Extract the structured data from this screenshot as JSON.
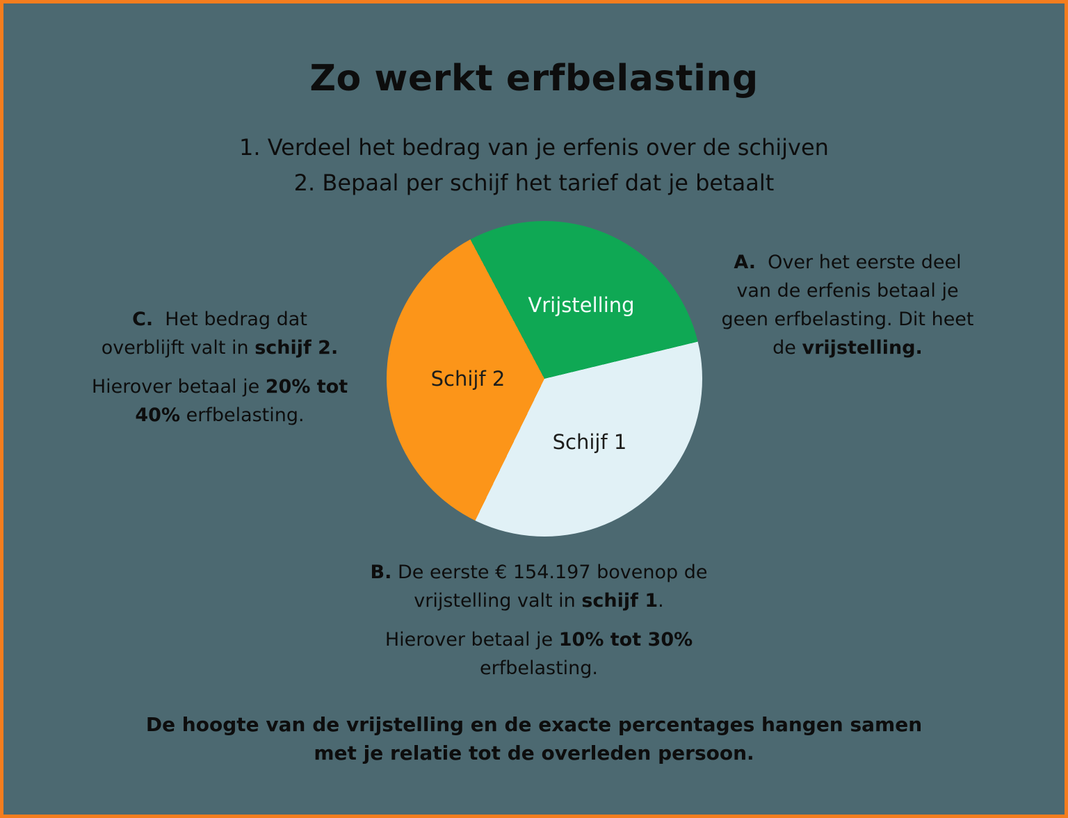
{
  "page": {
    "title": "Zo werkt erfbelasting",
    "steps": [
      "1. Verdeel het bedrag van je erfenis over de schijven",
      "2. Bepaal per schijf het tarief dat je betaalt"
    ],
    "footer_lines": [
      "De hoogte van de vrijstelling en de exacte percentages hangen samen",
      "met je relatie tot de overleden persoon."
    ]
  },
  "colors": {
    "background": "#4C6971",
    "frame_border": "#F57D1E",
    "text_dark": "#0D0D0D"
  },
  "chart_data": {
    "type": "pie",
    "title": "Zo werkt erfbelasting",
    "start_angle_deg": 332,
    "legend_position": "labels-inside",
    "slices": [
      {
        "label": "Vrijstelling",
        "percent": 29,
        "color": "#0FA854",
        "text_color": "#F4FBFB"
      },
      {
        "label": "Schijf 1",
        "percent": 36,
        "color": "#E1F1F6",
        "text_color": "#1D1D1B"
      },
      {
        "label": "Schijf 2",
        "percent": 35,
        "color": "#FC9519",
        "text_color": "#1D1D1B"
      }
    ]
  },
  "annotations": {
    "a": {
      "lines": [
        [
          {
            "t": "A.",
            "b": true
          },
          {
            "t": "  Over het eerste deel",
            "b": false
          }
        ],
        [
          {
            "t": "van de erfenis betaal je",
            "b": false
          }
        ],
        [
          {
            "t": "geen erfbelasting. Dit heet",
            "b": false
          }
        ],
        [
          {
            "t": "de ",
            "b": false
          },
          {
            "t": "vrijstelling.",
            "b": true
          }
        ]
      ]
    },
    "b": {
      "para1": [
        [
          {
            "t": "B.",
            "b": true
          },
          {
            "t": " De eerste € 154.197 bovenop de",
            "b": false
          }
        ],
        [
          {
            "t": "vrijstelling valt in ",
            "b": false
          },
          {
            "t": "schijf 1",
            "b": true
          },
          {
            "t": ".",
            "b": false
          }
        ]
      ],
      "para2": [
        [
          {
            "t": "Hierover betaal je ",
            "b": false
          },
          {
            "t": "10% tot 30%",
            "b": true
          }
        ],
        [
          {
            "t": "erfbelasting.",
            "b": false
          }
        ]
      ]
    },
    "c": {
      "para1": [
        [
          {
            "t": "C.",
            "b": true
          },
          {
            "t": "  Het bedrag dat",
            "b": false
          }
        ],
        [
          {
            "t": "overblijft valt in ",
            "b": false
          },
          {
            "t": "schijf 2.",
            "b": true
          }
        ]
      ],
      "para2": [
        [
          {
            "t": "Hierover betaal je ",
            "b": false
          },
          {
            "t": "20% tot",
            "b": true
          }
        ],
        [
          {
            "t": "40%",
            "b": true
          },
          {
            "t": " erfbelasting.",
            "b": false
          }
        ]
      ]
    }
  }
}
